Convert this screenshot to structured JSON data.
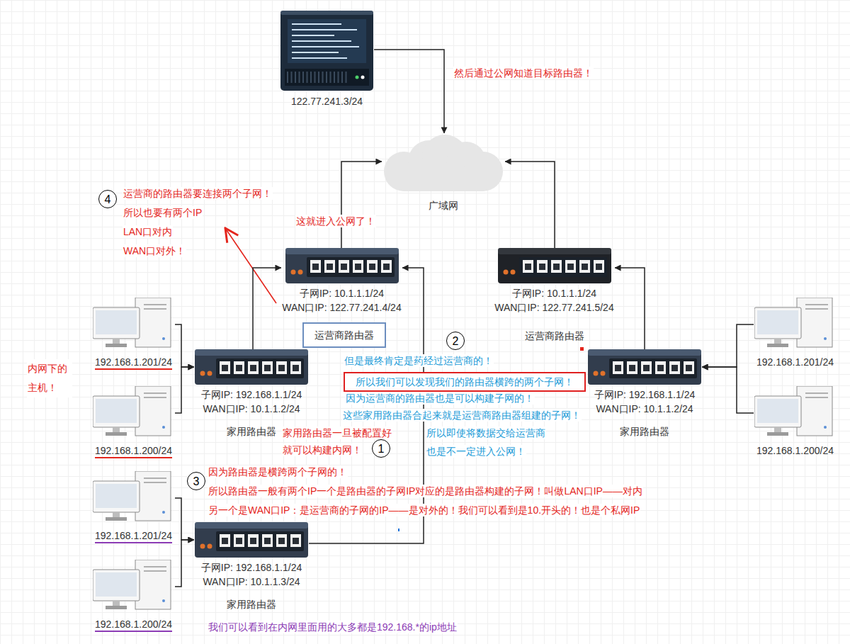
{
  "diagram": {
    "nodes": [
      {
        "text": [
          "122.77.241.3/24"
        ]
      },
      {
        "text": [
          "广域网"
        ]
      },
      {
        "text": [
          "子网IP: 10.1.1.1/24",
          "WAN口IP: 122.77.241.4/24"
        ]
      },
      {
        "text": [
          "子网IP: 10.1.1.1/24",
          "WAN口IP: 122.77.241.5/24",
          "运营商路由器"
        ]
      },
      {
        "text": [
          "192.168.1.201/24"
        ]
      },
      {
        "text": [
          "运营商路由器"
        ]
      },
      {
        "text": [
          "所以我们可以发现我们的路由器横跨的两个子网！"
        ]
      },
      {
        "text": [
          "子网IP: 192.168.1.1/24",
          "WAN口IP: 10.1.1.2/24",
          "家用路由器"
        ]
      },
      {
        "text": [
          "子网IP: 192.168.1.1/24",
          "WAN口IP: 10.1.1.2/24",
          "家用路由器"
        ]
      },
      {
        "text": [
          "192.168.1.201/24"
        ]
      },
      {
        "text": [
          "192.168.1.200/24"
        ]
      },
      {
        "text": [
          "192.168.1.200/24"
        ]
      },
      {
        "text": [
          "192.168.1.201/24"
        ]
      },
      {
        "text": [
          "子网IP: 192.168.1.1/24",
          "WAN口IP: 10.1.1.3/24",
          "家用路由器"
        ]
      },
      {
        "text": [
          "192.168.1.200/24"
        ]
      }
    ],
    "edges": [
      {
        "from": 0,
        "to": 1,
        "arrow": "to"
      },
      {
        "from": 2,
        "to": 1,
        "arrow": "to"
      },
      {
        "from": 3,
        "to": 1,
        "arrow": "to"
      },
      {
        "from": 7,
        "to": 2,
        "arrow": "to"
      },
      {
        "from": 13,
        "to": 2,
        "arrow": "to"
      },
      {
        "from": 8,
        "to": 3,
        "arrow": "to"
      },
      {
        "from": 4,
        "to": 7,
        "arrow": "to"
      },
      {
        "from": 10,
        "to": 7,
        "arrow": "to"
      },
      {
        "from": 9,
        "to": 8,
        "arrow": "to"
      },
      {
        "from": 11,
        "to": 8,
        "arrow": "to"
      },
      {
        "from": 12,
        "to": 13,
        "arrow": "to"
      },
      {
        "from": 14,
        "to": 13,
        "arrow": "to"
      }
    ],
    "labels": [
      "然后通过公网知道目标路由器！",
      "这就进入公网了！",
      "4",
      "运营商的路由器要连接两个子网！",
      "所以也要有两个IP",
      "LAN口对内",
      "WAN口对外！",
      "内网下的 主机！",
      "2",
      "但是最终肯定是药经过运营商的！",
      "因为运营商的路由器也是可以构建子网的！",
      "这些家用路由器合起来就是运营商路由器组建的子网！",
      "所以即使将数据交给运营商",
      "也是不一定进入公网！",
      "家用路由器一旦被配置好",
      "就可以构建内网！",
      "1",
      "3",
      "因为路由器是横跨两个子网的！",
      "所以路由器一般有两个IP一个是路由器的子网IP对应的是路由器构建的子网！叫做LAN口IP——对内",
      "另一个是WAN口IP：是运营商的子网的IP——是对外的！我们可以看到是10.开头的！也是个私网IP",
      "我们可以看到在内网里面用的大多都是192.168.*的ip地址"
    ]
  }
}
